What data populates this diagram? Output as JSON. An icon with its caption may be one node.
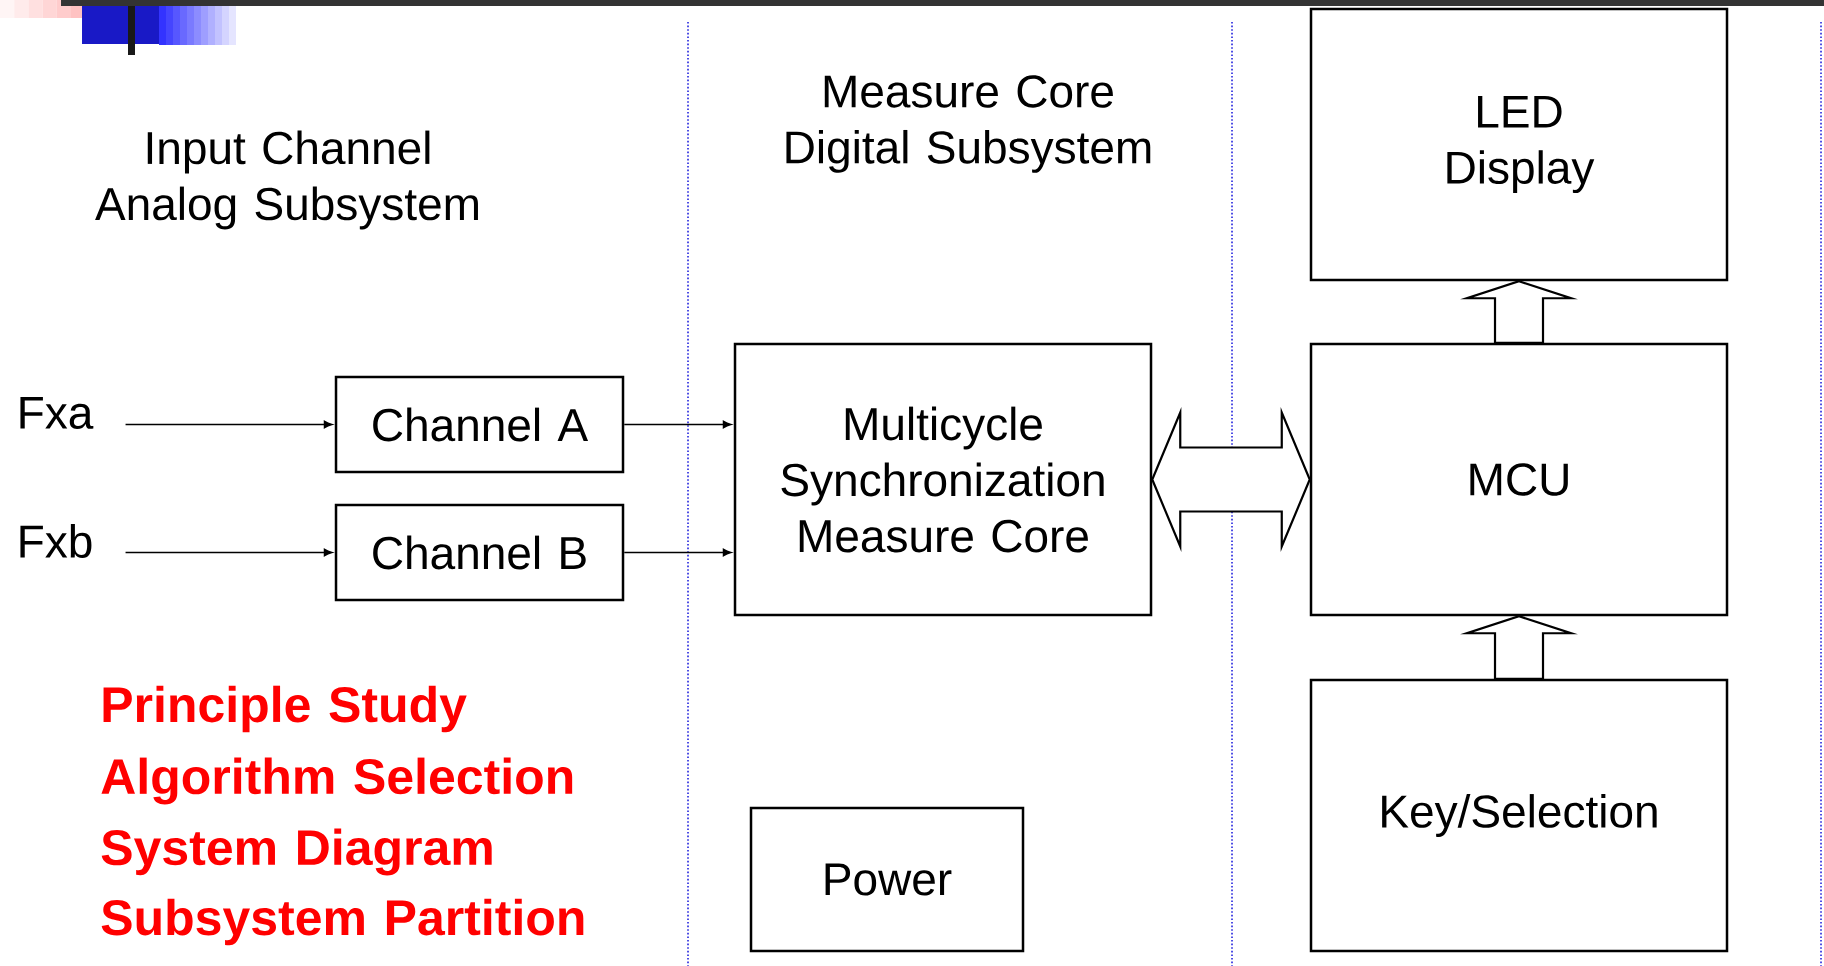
{
  "diagram": {
    "nodes": [
      {
        "text": [
          "Fxa"
        ]
      },
      {
        "text": [
          "Channel A"
        ]
      },
      {
        "text": [
          "Fxb"
        ]
      },
      {
        "text": [
          "Channel B"
        ]
      },
      {
        "text": [
          "Multicycle Synchronization Measure Core"
        ]
      },
      {
        "text": [
          "LED Display"
        ]
      },
      {
        "text": [
          "MCU"
        ]
      },
      {
        "text": [
          "Key/Selection"
        ]
      },
      {
        "text": [
          "Power"
        ]
      }
    ],
    "edges": [
      {
        "from": 0,
        "to": 1,
        "arrow": "to"
      },
      {
        "from": 2,
        "to": 3,
        "arrow": "to"
      },
      {
        "from": 1,
        "to": 4,
        "arrow": "to"
      },
      {
        "from": 3,
        "to": 4,
        "arrow": "to"
      },
      {
        "from": 4,
        "to": 6,
        "arrow": "both",
        "style": "thick"
      },
      {
        "from": 6,
        "to": 5,
        "arrow": "to",
        "style": "thick"
      },
      {
        "from": 7,
        "to": 6,
        "arrow": "to",
        "style": "thick"
      }
    ],
    "labels": [
      "Input Channel Analog Subsystem",
      "Measure Core Digital Subsystem",
      "Principle Study",
      "Algorithm Selection",
      "System Diagram",
      "Subsystem Partition"
    ]
  }
}
